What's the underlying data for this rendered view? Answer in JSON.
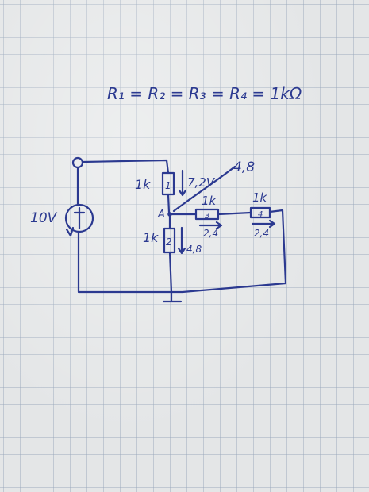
{
  "heading": "R₁ = R₂ = R₃ = R₄ = 1kΩ",
  "source": {
    "label": "10V",
    "symbol": "+"
  },
  "resistors": {
    "r1": {
      "value": "1k",
      "id": "1",
      "drop": "7,2V"
    },
    "r2": {
      "value": "1k",
      "id": "2",
      "drop": "4,8"
    },
    "r3": {
      "value": "1k",
      "id": "3",
      "drop": "2,4"
    },
    "r4": {
      "value": "1k",
      "id": "4",
      "drop": "2,4"
    }
  },
  "node": {
    "label": "A",
    "voltage": "4,8"
  },
  "ink_color": "#2b3990",
  "paper_color": "#e4e6e7"
}
